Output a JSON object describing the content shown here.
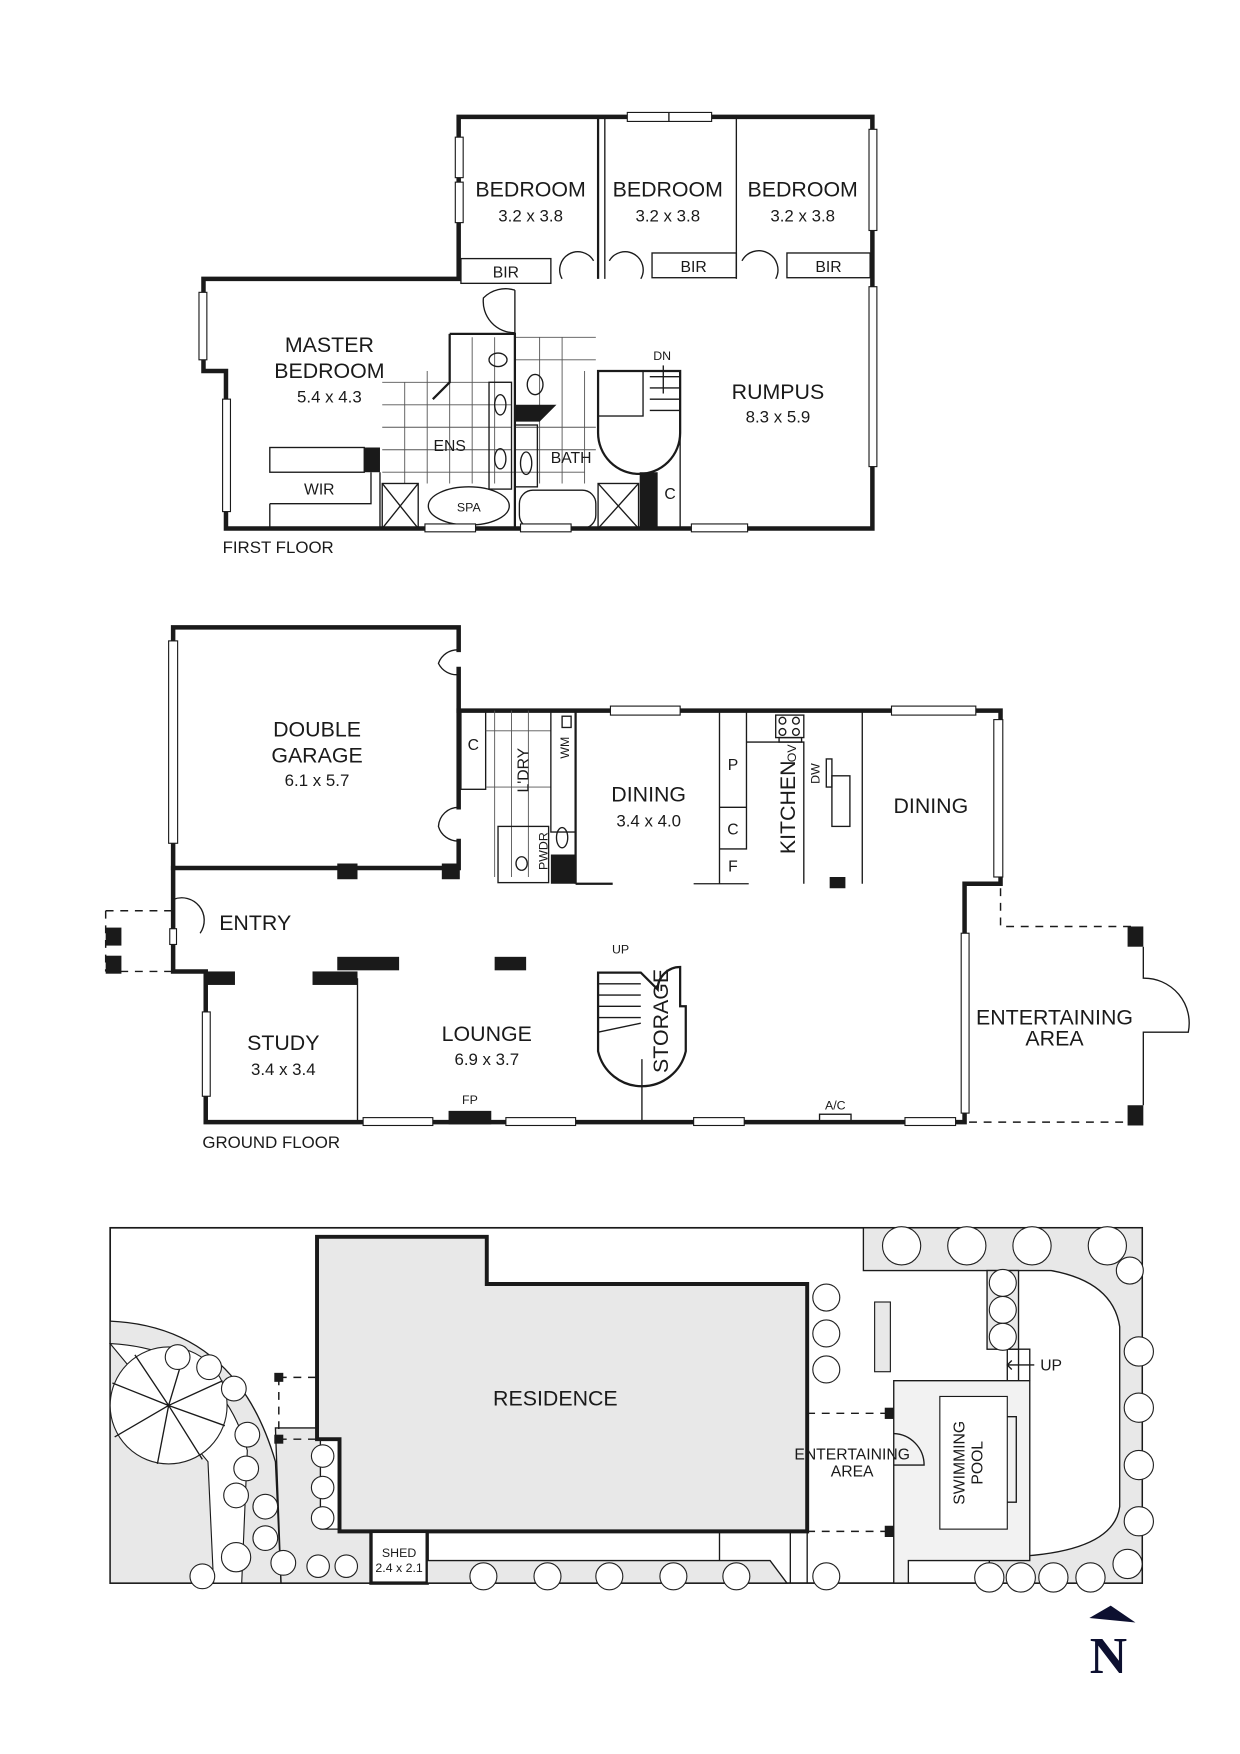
{
  "first_floor": {
    "label": "FIRST FLOOR",
    "rooms": [
      {
        "name": "BEDROOM",
        "dims": "3.2 x 3.8"
      },
      {
        "name": "BEDROOM",
        "dims": "3.2 x 3.8"
      },
      {
        "name": "BEDROOM",
        "dims": "3.2 x 3.8"
      },
      {
        "name_line1": "MASTER",
        "name_line2": "BEDROOM",
        "dims": "5.4 x 4.3"
      },
      {
        "name": "RUMPUS",
        "dims": "8.3 x 5.9"
      }
    ],
    "fixtures": {
      "bir_1": "BIR",
      "bir_2": "BIR",
      "bir_3": "BIR",
      "ens": "ENS",
      "bath": "BATH",
      "wir": "WIR",
      "spa": "SPA",
      "cupboard": "C",
      "stairs": "DN"
    }
  },
  "ground_floor": {
    "label": "GROUND FLOOR",
    "rooms": [
      {
        "name_line1": "DOUBLE",
        "name_line2": "GARAGE",
        "dims": "6.1 x 5.7"
      },
      {
        "name": "DINING",
        "dims": "3.4 x 4.0"
      },
      {
        "name": "KITCHEN"
      },
      {
        "name": "DINING"
      },
      {
        "name": "ENTRY"
      },
      {
        "name": "STUDY",
        "dims": "3.4 x 3.4"
      },
      {
        "name": "LOUNGE",
        "dims": "6.9 x 3.7"
      },
      {
        "name": "STORAGE"
      },
      {
        "name_line1": "ENTERTAINING",
        "name_line2": "AREA"
      }
    ],
    "fixtures": {
      "cupboard_garage": "C",
      "laundry": "L'DRY",
      "washing_machine": "WM",
      "powder": "PWDR",
      "pantry": "P",
      "cupboard_kitchen": "C",
      "fridge": "F",
      "oven": "OV",
      "dishwasher": "DW",
      "stairs": "UP",
      "fireplace": "FP",
      "air_con": "A/C"
    }
  },
  "site_plan": {
    "residence": "RESIDENCE",
    "shed_name": "SHED",
    "shed_dims": "2.4 x 2.1",
    "entertaining_line1": "ENTERTAINING",
    "entertaining_line2": "AREA",
    "pool_line1": "SWIMMING",
    "pool_line2": "POOL",
    "stairs": "UP"
  },
  "compass": {
    "label": "N",
    "color": "#0d1030"
  }
}
